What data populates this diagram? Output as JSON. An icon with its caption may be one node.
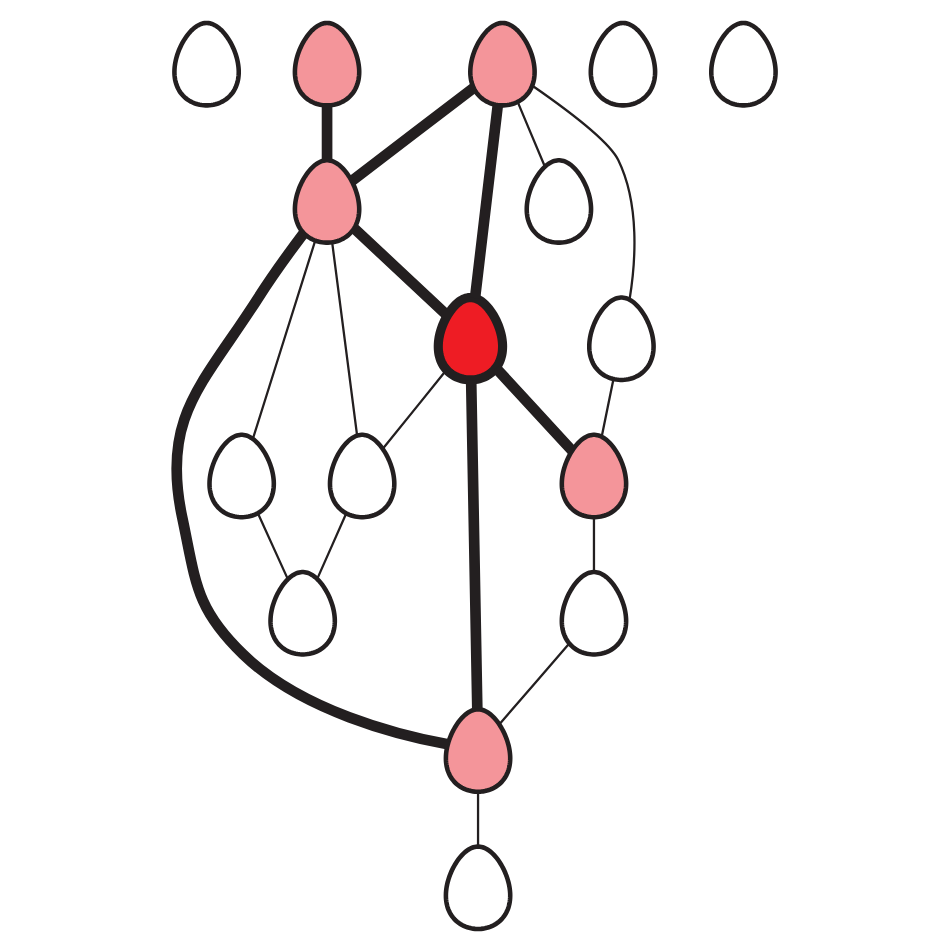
{
  "diagram": {
    "nodes": [
      {
        "text": [],
        "shape": "egg"
      },
      {
        "text": [],
        "shape": "egg"
      },
      {
        "text": [],
        "shape": "egg"
      },
      {
        "text": [],
        "shape": "egg"
      },
      {
        "text": [],
        "shape": "egg"
      },
      {
        "text": [],
        "shape": "egg"
      },
      {
        "text": [],
        "shape": "egg"
      },
      {
        "text": [],
        "shape": "egg"
      },
      {
        "text": [],
        "shape": "egg"
      },
      {
        "text": [],
        "shape": "egg"
      },
      {
        "text": [],
        "shape": "egg"
      },
      {
        "text": [],
        "shape": "egg"
      },
      {
        "text": [],
        "shape": "egg"
      },
      {
        "text": [],
        "shape": "egg"
      },
      {
        "text": [],
        "shape": "egg"
      },
      {
        "text": [],
        "shape": "egg"
      }
    ],
    "edges": [
      {
        "from": 1,
        "to": 4,
        "arrow": "none"
      },
      {
        "from": 4,
        "to": 12,
        "arrow": "none"
      },
      {
        "from": 1,
        "to": 5,
        "arrow": "none"
      },
      {
        "from": 1,
        "to": 9,
        "arrow": "none",
        "style": "thick"
      },
      {
        "from": 1,
        "to": 6,
        "arrow": "none",
        "style": "thick"
      },
      {
        "from": 3,
        "to": 6,
        "arrow": "none",
        "style": "thick"
      },
      {
        "from": 6,
        "to": 7,
        "arrow": "none"
      },
      {
        "from": 6,
        "to": 9,
        "arrow": "none",
        "style": "thick"
      },
      {
        "from": 6,
        "to": 10,
        "arrow": "none"
      },
      {
        "from": 6,
        "to": 14,
        "arrow": "none",
        "style": "thick"
      },
      {
        "from": 7,
        "to": 11,
        "arrow": "none"
      },
      {
        "from": 9,
        "to": 10,
        "arrow": "none"
      },
      {
        "from": 10,
        "to": 11,
        "arrow": "none"
      },
      {
        "from": 9,
        "to": 12,
        "arrow": "none",
        "style": "thick"
      },
      {
        "from": 9,
        "to": 14,
        "arrow": "none",
        "style": "thick"
      },
      {
        "from": 12,
        "to": 13,
        "arrow": "none"
      },
      {
        "from": 13,
        "to": 14,
        "arrow": "none"
      },
      {
        "from": 14,
        "to": 15,
        "arrow": "none"
      }
    ]
  }
}
